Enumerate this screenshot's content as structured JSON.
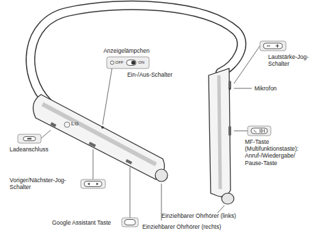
{
  "diagram": {
    "labels": [
      "Anzeigelämpchen",
      "OFF",
      "ON",
      "Ein-/Aus-Schalter",
      "LG",
      "Ladeanschluss",
      "Voriger/Nächster-Jog-Schalter",
      "Google Assistant Taste",
      "Einziehbarer Ohrhörer (rechts)",
      "Lautstärke-Jog-Schalter",
      "Mikrofon",
      "MF-Taste (Multifunktionstaste): Anruf-/Wiedergabe/ Pause-Taste",
      "Einziehbarer Ohrhörer (links)"
    ]
  }
}
